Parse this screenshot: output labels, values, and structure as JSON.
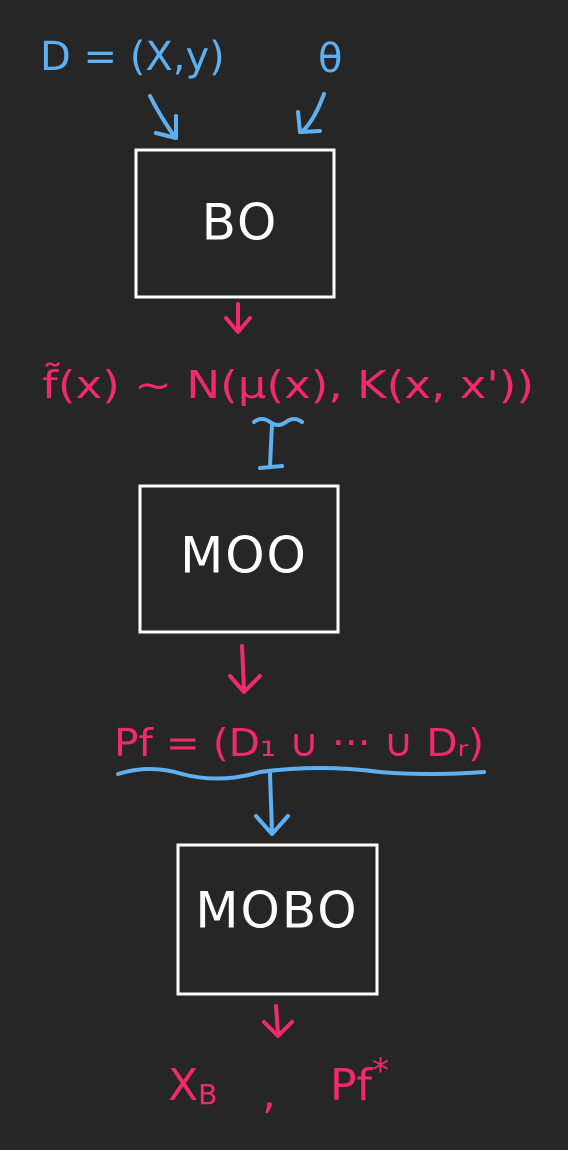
{
  "inputs": {
    "dataset_label": "D = (X,y)",
    "theta_label": "θ"
  },
  "boxes": {
    "bo": "BO",
    "moo": "MOO",
    "mobo": "MOBO"
  },
  "formulas": {
    "gaussian_process": "f̃(x) ~ N(μ(x), K(x, x'))",
    "pareto_front": "Pf = (D₁ ∪ ··· ∪ Dᵣ)"
  },
  "outputs": {
    "x_best": "X",
    "x_best_subscript": "B",
    "separator": ",",
    "pareto_optimal": "Pf",
    "pareto_star": "*"
  },
  "colors": {
    "background": "#262626",
    "input_blue": "#5fb0f0",
    "output_pink": "#f02a6b",
    "box_stroke": "#ffffff"
  }
}
